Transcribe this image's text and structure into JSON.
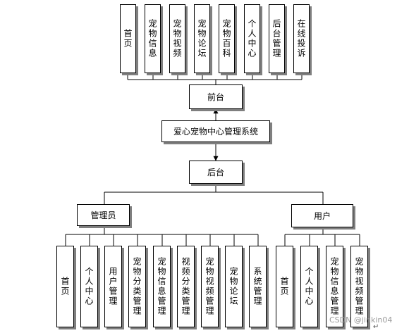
{
  "diagram": {
    "title": "爱心宠物中心管理系统",
    "frontend": {
      "label": "前台",
      "modules": [
        "首页",
        "宠物信息",
        "宠物视频",
        "宠物论坛",
        "宠物百科",
        "个人中心",
        "后台管理",
        "在线投诉"
      ]
    },
    "backend": {
      "label": "后台",
      "admin": {
        "label": "管理员",
        "modules": [
          "首页",
          "个人中心",
          "用户管理",
          "宠物分类管理",
          "宠物信息管理",
          "视频分类管理",
          "宠物视频管理",
          "宠物论坛",
          "系统管理"
        ]
      },
      "user": {
        "label": "用户",
        "modules": [
          "首页",
          "个人中心",
          "宠物信息管理",
          "宠物视频管理"
        ]
      }
    }
  },
  "watermark": "CSDN @jinkin04",
  "cursor_glyph": "↵"
}
